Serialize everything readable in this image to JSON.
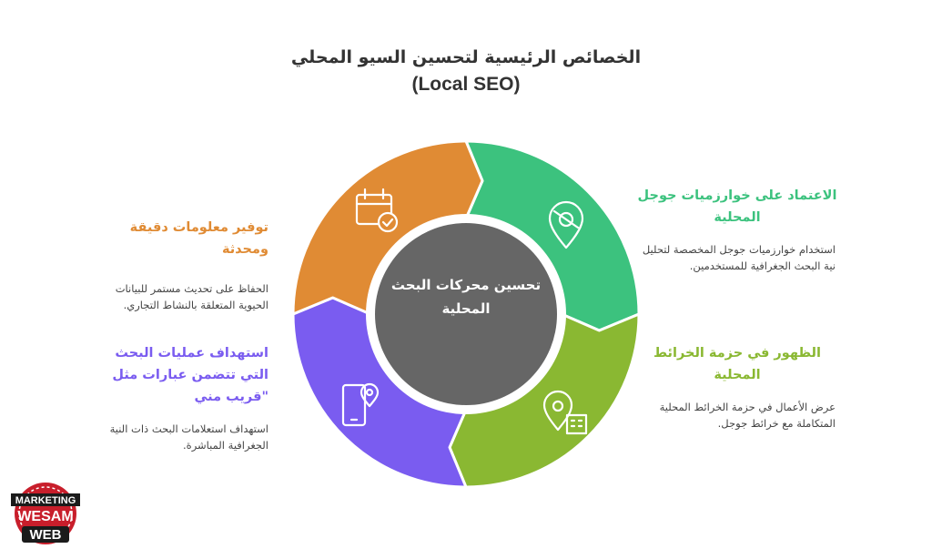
{
  "title": {
    "line1": "الخصائص الرئيسية لتحسين السيو المحلي",
    "line2": "(Local SEO)"
  },
  "center_label": "تحسين محركات البحث المحلية",
  "segments": [
    {
      "heading": "الاعتماد على خوارزميات جوجل المحلية",
      "description": "استخدام خوارزميات جوجل المخصصة لتحليل نية البحث الجغرافية للمستخدمين.",
      "color": "#3cc27e",
      "icon": "location-pin-icon"
    },
    {
      "heading": "الظهور في حزمة الخرائط المحلية",
      "description": "عرض الأعمال في حزمة الخرائط المحلية المتكاملة مع خرائط جوجل.",
      "color": "#8ab832",
      "icon": "map-building-icon"
    },
    {
      "heading": "استهداف عمليات البحث التي تتضمن عبارات مثل \"قريب مني",
      "description": "استهداف استعلامات البحث ذات النية الجغرافية المباشرة.",
      "color": "#7a5cf0",
      "icon": "mobile-location-icon"
    },
    {
      "heading": "توفير معلومات دقيقة ومحدثة",
      "description": "الحفاظ على تحديث مستمر للبيانات الحيوية المتعلقة بالنشاط التجاري.",
      "color": "#e08b34",
      "icon": "calendar-check-icon"
    }
  ],
  "logo": {
    "line1": "MARKETING",
    "line2": "WESAM",
    "line3": "WEB"
  }
}
